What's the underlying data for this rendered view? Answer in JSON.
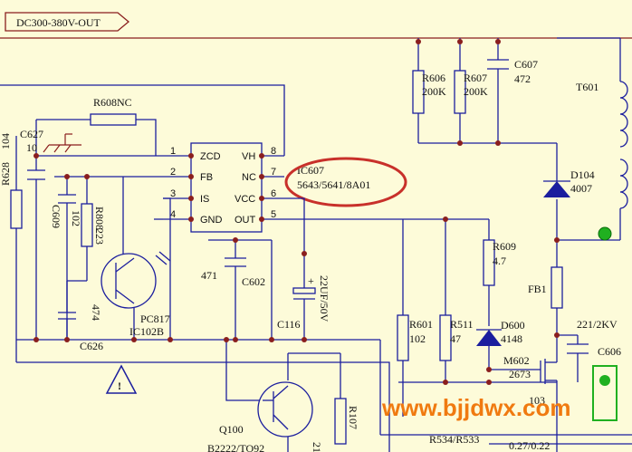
{
  "net_label": "DC300-380V-OUT",
  "ic": {
    "name": "IC607",
    "part": "5643/5641/8A01",
    "pins": [
      {
        "num": "1",
        "name": "ZCD"
      },
      {
        "num": "2",
        "name": "FB"
      },
      {
        "num": "3",
        "name": "IS"
      },
      {
        "num": "4",
        "name": "GND"
      },
      {
        "num": "8",
        "name": "VH"
      },
      {
        "num": "7",
        "name": "NC"
      },
      {
        "num": "6",
        "name": "VCC"
      },
      {
        "num": "5",
        "name": "OUT"
      }
    ]
  },
  "components": {
    "r608nc": "R608NC",
    "c627": "C627",
    "c627_val": "10",
    "r628": "R628",
    "r628_val": "104",
    "c609": "C609",
    "c609_val": "102",
    "r808": "R808",
    "r808_val": "223",
    "c_474": "474",
    "pc817": "PC817",
    "ic102b": "IC102B",
    "c626": "C626",
    "c_471": "471",
    "c602": "C602",
    "c116_val": "22UF/50V",
    "c116": "C116",
    "r601": "R601",
    "r601_val": "102",
    "r511": "R511",
    "r511_val": "47",
    "r609": "R609",
    "r609_val": "4.7",
    "d600": "D600",
    "d600_val": "4148",
    "m602": "M602",
    "m602_val": "2673",
    "val_103": "103",
    "r606": "R606",
    "r606_val": "200K",
    "r607": "R607",
    "r607_val": "200K",
    "c607": "C607",
    "c607_val": "472",
    "t601": "T601",
    "d104": "D104",
    "d104_val": "4007",
    "fb1": "FB1",
    "c606_val": "221/2KV",
    "c606": "C606",
    "q100": "Q100",
    "q100_val": "B2222/TO92",
    "r107": "R107",
    "r107_val": "21",
    "r534": "R534/R533",
    "r534_val": "0.27/0.22"
  },
  "watermark": "www.bjjdwx.com",
  "colors": {
    "background": "#fdfbd9",
    "wire": "#1b1e9e",
    "red_wire": "#8a1e1e",
    "highlight_ellipse": "#c8302a",
    "watermark": "#f07a10",
    "test_point": "#20b020"
  }
}
